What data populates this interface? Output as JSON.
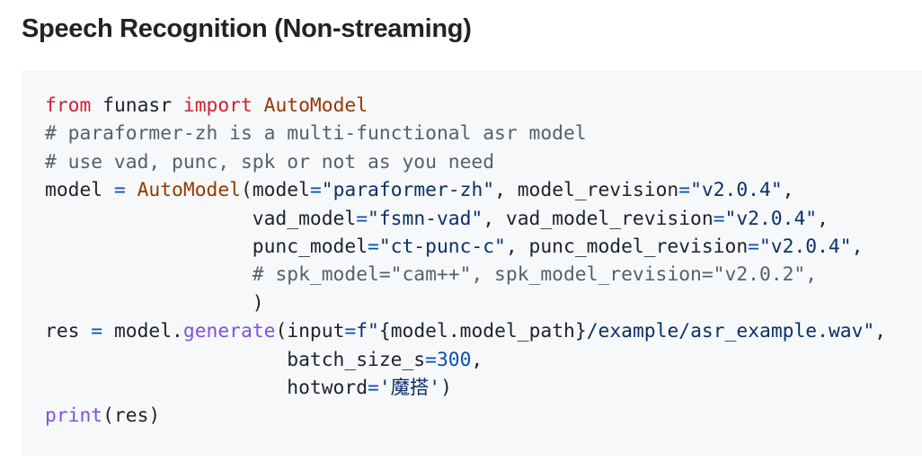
{
  "heading": "Speech Recognition (Non-streaming)",
  "code_lines": [
    [
      {
        "t": "from",
        "c": "kw"
      },
      {
        "t": " funasr ",
        "c": ""
      },
      {
        "t": "import",
        "c": "kw"
      },
      {
        "t": " ",
        "c": ""
      },
      {
        "t": "AutoModel",
        "c": "fn"
      }
    ],
    [
      {
        "t": "# paraformer-zh is a multi-functional asr model",
        "c": "cm"
      }
    ],
    [
      {
        "t": "# use vad, punc, spk or not as you need",
        "c": "cm"
      }
    ],
    [
      {
        "t": "model ",
        "c": ""
      },
      {
        "t": "=",
        "c": "op"
      },
      {
        "t": " ",
        "c": ""
      },
      {
        "t": "AutoModel",
        "c": "fn"
      },
      {
        "t": "(model",
        "c": ""
      },
      {
        "t": "=",
        "c": "op"
      },
      {
        "t": "\"paraformer-zh\"",
        "c": "str"
      },
      {
        "t": ", model_revision",
        "c": ""
      },
      {
        "t": "=",
        "c": "op"
      },
      {
        "t": "\"v2.0.4\"",
        "c": "str"
      },
      {
        "t": ",",
        "c": ""
      }
    ],
    [
      {
        "t": "                  vad_model",
        "c": ""
      },
      {
        "t": "=",
        "c": "op"
      },
      {
        "t": "\"fsmn-vad\"",
        "c": "str"
      },
      {
        "t": ", vad_model_revision",
        "c": ""
      },
      {
        "t": "=",
        "c": "op"
      },
      {
        "t": "\"v2.0.4\"",
        "c": "str"
      },
      {
        "t": ",",
        "c": ""
      }
    ],
    [
      {
        "t": "                  punc_model",
        "c": ""
      },
      {
        "t": "=",
        "c": "op"
      },
      {
        "t": "\"ct-punc-c\"",
        "c": "str"
      },
      {
        "t": ", punc_model_revision",
        "c": ""
      },
      {
        "t": "=",
        "c": "op"
      },
      {
        "t": "\"v2.0.4\"",
        "c": "str"
      },
      {
        "t": ",",
        "c": ""
      }
    ],
    [
      {
        "t": "                  ",
        "c": ""
      },
      {
        "t": "# spk_model=\"cam++\", spk_model_revision=\"v2.0.2\",",
        "c": "cm"
      }
    ],
    [
      {
        "t": "                  )",
        "c": ""
      }
    ],
    [
      {
        "t": "res ",
        "c": ""
      },
      {
        "t": "=",
        "c": "op"
      },
      {
        "t": " model.",
        "c": ""
      },
      {
        "t": "generate",
        "c": "bi"
      },
      {
        "t": "(input",
        "c": ""
      },
      {
        "t": "=",
        "c": "op"
      },
      {
        "t": "f\"",
        "c": "str"
      },
      {
        "t": "{model.model_path}",
        "c": ""
      },
      {
        "t": "/example/asr_example.wav\"",
        "c": "str"
      },
      {
        "t": ",",
        "c": ""
      }
    ],
    [
      {
        "t": "                     batch_size_s",
        "c": ""
      },
      {
        "t": "=",
        "c": "op"
      },
      {
        "t": "300",
        "c": "op"
      },
      {
        "t": ",",
        "c": ""
      }
    ],
    [
      {
        "t": "                     hotword",
        "c": ""
      },
      {
        "t": "=",
        "c": "op"
      },
      {
        "t": "'魔搭'",
        "c": "str"
      },
      {
        "t": ")",
        "c": ""
      }
    ],
    [
      {
        "t": "print",
        "c": "bi"
      },
      {
        "t": "(res)",
        "c": ""
      }
    ]
  ]
}
